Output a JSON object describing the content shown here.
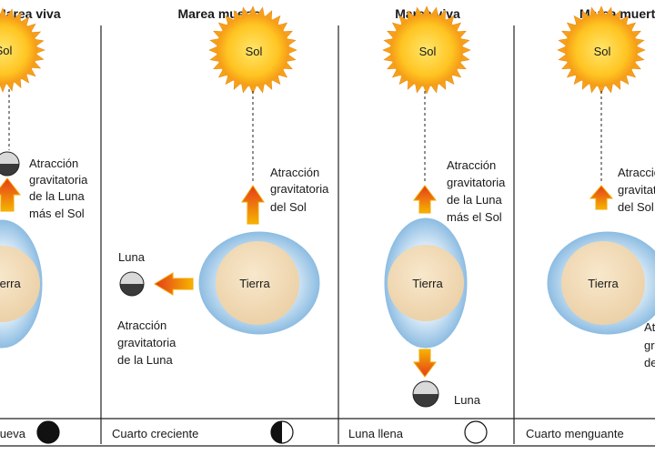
{
  "colors": {
    "sun_outer": "#f39a1c",
    "sun_inner": "#ffd43a",
    "earth": "#f3dcb8",
    "ocean": "#cfe3f3",
    "ocean_edge": "#7fb0d8",
    "arrow_fill": "#e2401e",
    "arrow_edge": "#f7b500",
    "moon_light": "#f2f2f2",
    "moon_dark": "#333333"
  },
  "panels": [
    {
      "title": "Marea viva",
      "sun_label": "Sol",
      "earth_label": "Tierra",
      "attraction_lines": [
        "Atracción",
        "gravitatoria",
        "de la Luna",
        "más el Sol"
      ],
      "phase_label": "Luna nueva",
      "phase_icon": "new-moon-icon"
    },
    {
      "title": "Marea muerta",
      "sun_label": "Sol",
      "earth_label": "Tierra",
      "sun_attraction_lines": [
        "Atracción",
        "gravitatoria",
        "del Sol"
      ],
      "moon_label": "Luna",
      "moon_attraction_lines": [
        "Atracción",
        "gravitatoria",
        "de la Luna"
      ],
      "phase_label": "Cuarto creciente",
      "phase_icon": "first-quarter-moon-icon"
    },
    {
      "title": "Marea viva",
      "sun_label": "Sol",
      "earth_label": "Tierra",
      "attraction_lines": [
        "Atracción",
        "gravitatoria",
        "de la Luna",
        "más el Sol"
      ],
      "moon_label": "Luna",
      "phase_label": "Luna llena",
      "phase_icon": "full-moon-icon"
    },
    {
      "title": "Marea muerta",
      "sun_label": "Sol",
      "earth_label": "Tierra",
      "sun_attraction_lines": [
        "Atracción",
        "gravitatoria",
        "del Sol"
      ],
      "moon_attraction_lines": [
        "Atracción",
        "gravitatoria",
        "de la Luna"
      ],
      "phase_label": "Cuarto menguante",
      "phase_icon": "last-quarter-moon-icon"
    }
  ]
}
